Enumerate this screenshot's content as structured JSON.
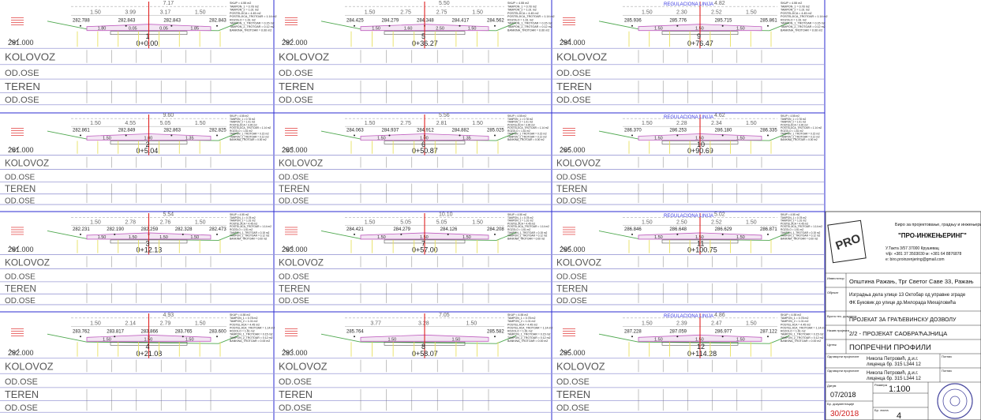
{
  "band_labels": [
    "KOLOVOZ",
    "OD.OSE",
    "TEREN",
    "OD.OSE"
  ],
  "profiles": [
    {
      "no": "1",
      "station": "0+0.00",
      "datum": "281.000",
      "road_label": "",
      "dims": [
        "1.50",
        "3.99",
        "3.17",
        "1.50"
      ],
      "total": "7.17",
      "elevations": [
        "282.788",
        "282.843",
        "282.843",
        "282.843"
      ],
      "slopes": [
        "1.80",
        "0.05",
        "0.05",
        "1.85"
      ]
    },
    {
      "no": "2",
      "station": "0+5.04",
      "datum": "281.000",
      "road_label": "",
      "dims": [
        "1.50",
        "4.55",
        "5.05",
        "1.50"
      ],
      "total": "9.60",
      "elevations": [
        "282.861",
        "282.849",
        "282.863",
        "282.825"
      ],
      "slopes": [
        "1.50",
        "1.00",
        "1.35"
      ]
    },
    {
      "no": "3",
      "station": "0+12.13",
      "datum": "281.000",
      "road_label": "",
      "dims": [
        "1.50",
        "2.78",
        "2.76",
        "1.50"
      ],
      "total": "5.54",
      "elevations": [
        "282.231",
        "282.190",
        "282.259",
        "282.328",
        "282.473"
      ],
      "slopes": [
        "1.50",
        "1.50",
        "1.50",
        "1.50"
      ]
    },
    {
      "no": "4",
      "station": "0+21.08",
      "datum": "282.000",
      "road_label": "",
      "dims": [
        "1.50",
        "2.14",
        "2.79",
        "1.50"
      ],
      "total": "4.93",
      "elevations": [
        "283.762",
        "283.817",
        "283.866",
        "283.765",
        "283.600"
      ],
      "slopes": [
        "1.50",
        "1.50",
        "1.50"
      ]
    },
    {
      "no": "5",
      "station": "0+36.27",
      "datum": "282.000",
      "road_label": "",
      "dims": [
        "1.50",
        "2.75",
        "2.75",
        "1.50"
      ],
      "total": "5.50",
      "elevations": [
        "284.425",
        "284.279",
        "284.348",
        "284.417",
        "284.562"
      ],
      "slopes": [
        "1.50",
        "1.60",
        "2.50",
        "1.50"
      ]
    },
    {
      "no": "6",
      "station": "0+50.87",
      "datum": "283.000",
      "road_label": "",
      "dims": [
        "1.50",
        "2.75",
        "2.81",
        "1.50"
      ],
      "total": "5.56",
      "elevations": [
        "284.063",
        "284.937",
        "284.912",
        "284.882",
        "285.025"
      ],
      "slopes": [
        "1.50",
        "1.00",
        "1.35"
      ]
    },
    {
      "no": "7",
      "station": "0+57.00",
      "datum": "283.000",
      "road_label": "",
      "dims": [
        "1.50",
        "5.05",
        "5.05",
        "1.50"
      ],
      "total": "10.10",
      "elevations": [
        "284.421",
        "284.279",
        "284.126",
        "284.208"
      ],
      "slopes": [
        "1.50",
        "1.50",
        "1.50"
      ]
    },
    {
      "no": "8",
      "station": "0+58.07",
      "datum": "283.000",
      "road_label": "",
      "dims": [
        "3.77",
        "3.28",
        "1.50"
      ],
      "total": "7.05",
      "elevations": [
        "285.764",
        "285.582"
      ],
      "slopes": [
        "1.50",
        "1.50"
      ]
    },
    {
      "no": "9",
      "station": "0+76.47",
      "datum": "284.000",
      "road_label": "REGULACIONA LINIJA",
      "dims": [
        "1.50",
        "2.30",
        "2.52",
        "1.50"
      ],
      "total": "4.82",
      "elevations": [
        "285.936",
        "285.776",
        "285.715",
        "285.861"
      ],
      "slopes": [
        "1.50",
        "1.50",
        "1.50"
      ]
    },
    {
      "no": "10",
      "station": "0+90.69",
      "datum": "285.000",
      "road_label": "REGULACIONA LINIJA",
      "dims": [
        "1.50",
        "2.28",
        "2.34",
        "1.50"
      ],
      "total": "4.62",
      "elevations": [
        "286.370",
        "286.253",
        "286.180",
        "286.335"
      ],
      "slopes": [
        "1.50",
        "1.50",
        "1.50"
      ]
    },
    {
      "no": "11",
      "station": "0+100.75",
      "datum": "285.000",
      "road_label": "REGULACIONA LINIJA",
      "dims": [
        "1.50",
        "2.50",
        "2.52",
        "1.50"
      ],
      "total": "5.02",
      "elevations": [
        "286.846",
        "286.648",
        "286.629",
        "286.871"
      ],
      "slopes": [
        "1.50",
        "1.50",
        "1.50"
      ]
    },
    {
      "no": "12",
      "station": "0+114.28",
      "datum": "285.000",
      "road_label": "REGULACIONA LINIJA",
      "dims": [
        "1.50",
        "2.39",
        "2.47",
        "1.50"
      ],
      "total": "4.86",
      "elevations": [
        "287.228",
        "287.059",
        "286.977",
        "287.122"
      ],
      "slopes": [
        "1.50",
        "1.50",
        "1.50"
      ]
    }
  ],
  "legend_lines": [
    "SKUP = 4.55 m2",
    "TAMPON_1 = 0.78 m2",
    "TAMPON_2 = 1.01 m2",
    "POSTELJICA = 4.45 m2",
    "POSTELJICA_TROTOAR = 1.14 m2",
    "ROZOLO = 1.61 m2",
    "TAMPON_1_TROTOAR = 0.15 m2",
    "TAMPON_2_TROTOAR = 0.12 m2",
    "BANKINA_TROTOAR = 0.00 m2"
  ],
  "title_block": {
    "firm_title": "Биро за пројектовање, градњу и инжењеринг",
    "firm_name": "\"ПРО-ИНЖЕЊЕРИНГ\"",
    "address": "У.Такта 3/57 37000 Крушевац",
    "phone": "т/ф: +381 37 3503030  м: +381 64 8876878",
    "email": "e: biro.proinzenjering@gmail.com",
    "logo_text": "PRO",
    "investor_label": "Инвеститор",
    "investor": "Општина Ражањ, Трг Светог Саве 33, Ражањ",
    "object_label": "Објекат",
    "object_line1": "Изградња дела улице 13 Октобар од управне зграде",
    "object_line2": "ФК Буковик до улице др.Милорада Михајловића",
    "doc_type_label": "Врста тех. документ.",
    "doc_type": "ПРОЈЕКАТ ЗА ГРАЂЕВИНСКУ ДОЗВОЛУ",
    "project_label": "Назив пројекта",
    "project": "2/2 - ПРОЈЕКАТ САОБРАЋАЈНИЦА",
    "drawing_label": "Цртеж",
    "drawing": "ПОПРЕЧНИ ПРОФИЛИ",
    "designer_label": "Одговорни пројектант",
    "designer_name": "Никола Петровић, д.и.г.",
    "designer_license": "лиценца бр. 315 L344 12",
    "author_label": "Одговорни пројектант",
    "author_name": "Никола Петровић, д.и.г.",
    "author_license": "лиценца бр. 315 L344 12",
    "sign_label": "Потпис",
    "sign_label2": "Потпис",
    "date_label": "Датум",
    "date": "07/2018",
    "scale_label": "Размера",
    "scale": "1:100",
    "number_label": "Бр. документације",
    "number": "30/2018",
    "sheet_label": "Бр. листа",
    "sheet": "4"
  },
  "colors": {
    "axis": "#e02020",
    "border": "#2b2bd0",
    "terrain": "#4fa84f",
    "road": "#c05fc0",
    "marker": "#e8e060",
    "label": "#e03030"
  }
}
